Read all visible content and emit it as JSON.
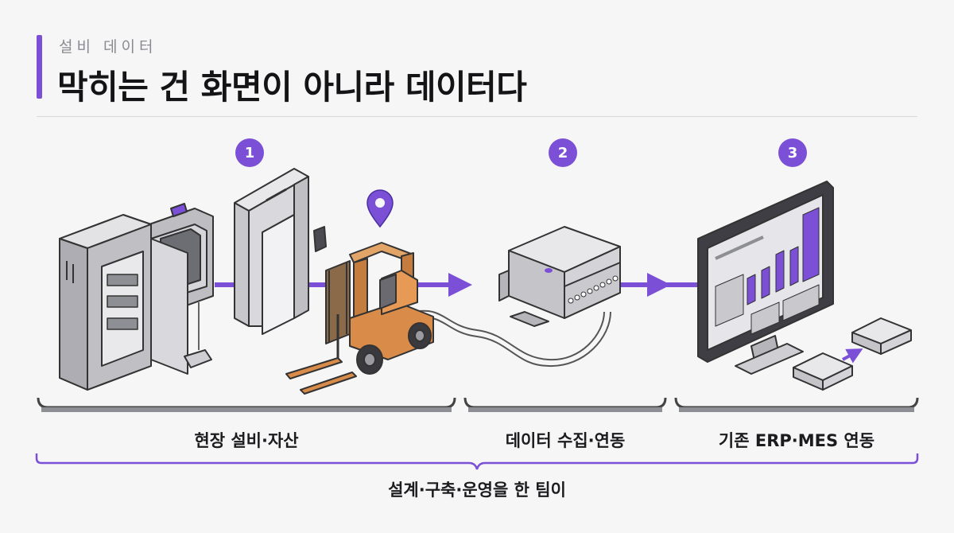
{
  "header": {
    "kicker": "설비 데이터",
    "title": "막히는 건 화면이 아니라 데이터다"
  },
  "steps": [
    {
      "number": "1",
      "label": "현장 설비·자산"
    },
    {
      "number": "2",
      "label": "데이터 수집·연동"
    },
    {
      "number": "3",
      "label": "기존 ERP·MES 연동"
    }
  ],
  "footer": {
    "team_label": "설계·구축·운영을 한 팀이"
  },
  "colors": {
    "accent": "#7b4fd6",
    "forklift": "#d98b4a",
    "equipment": "#c9c9cd"
  }
}
